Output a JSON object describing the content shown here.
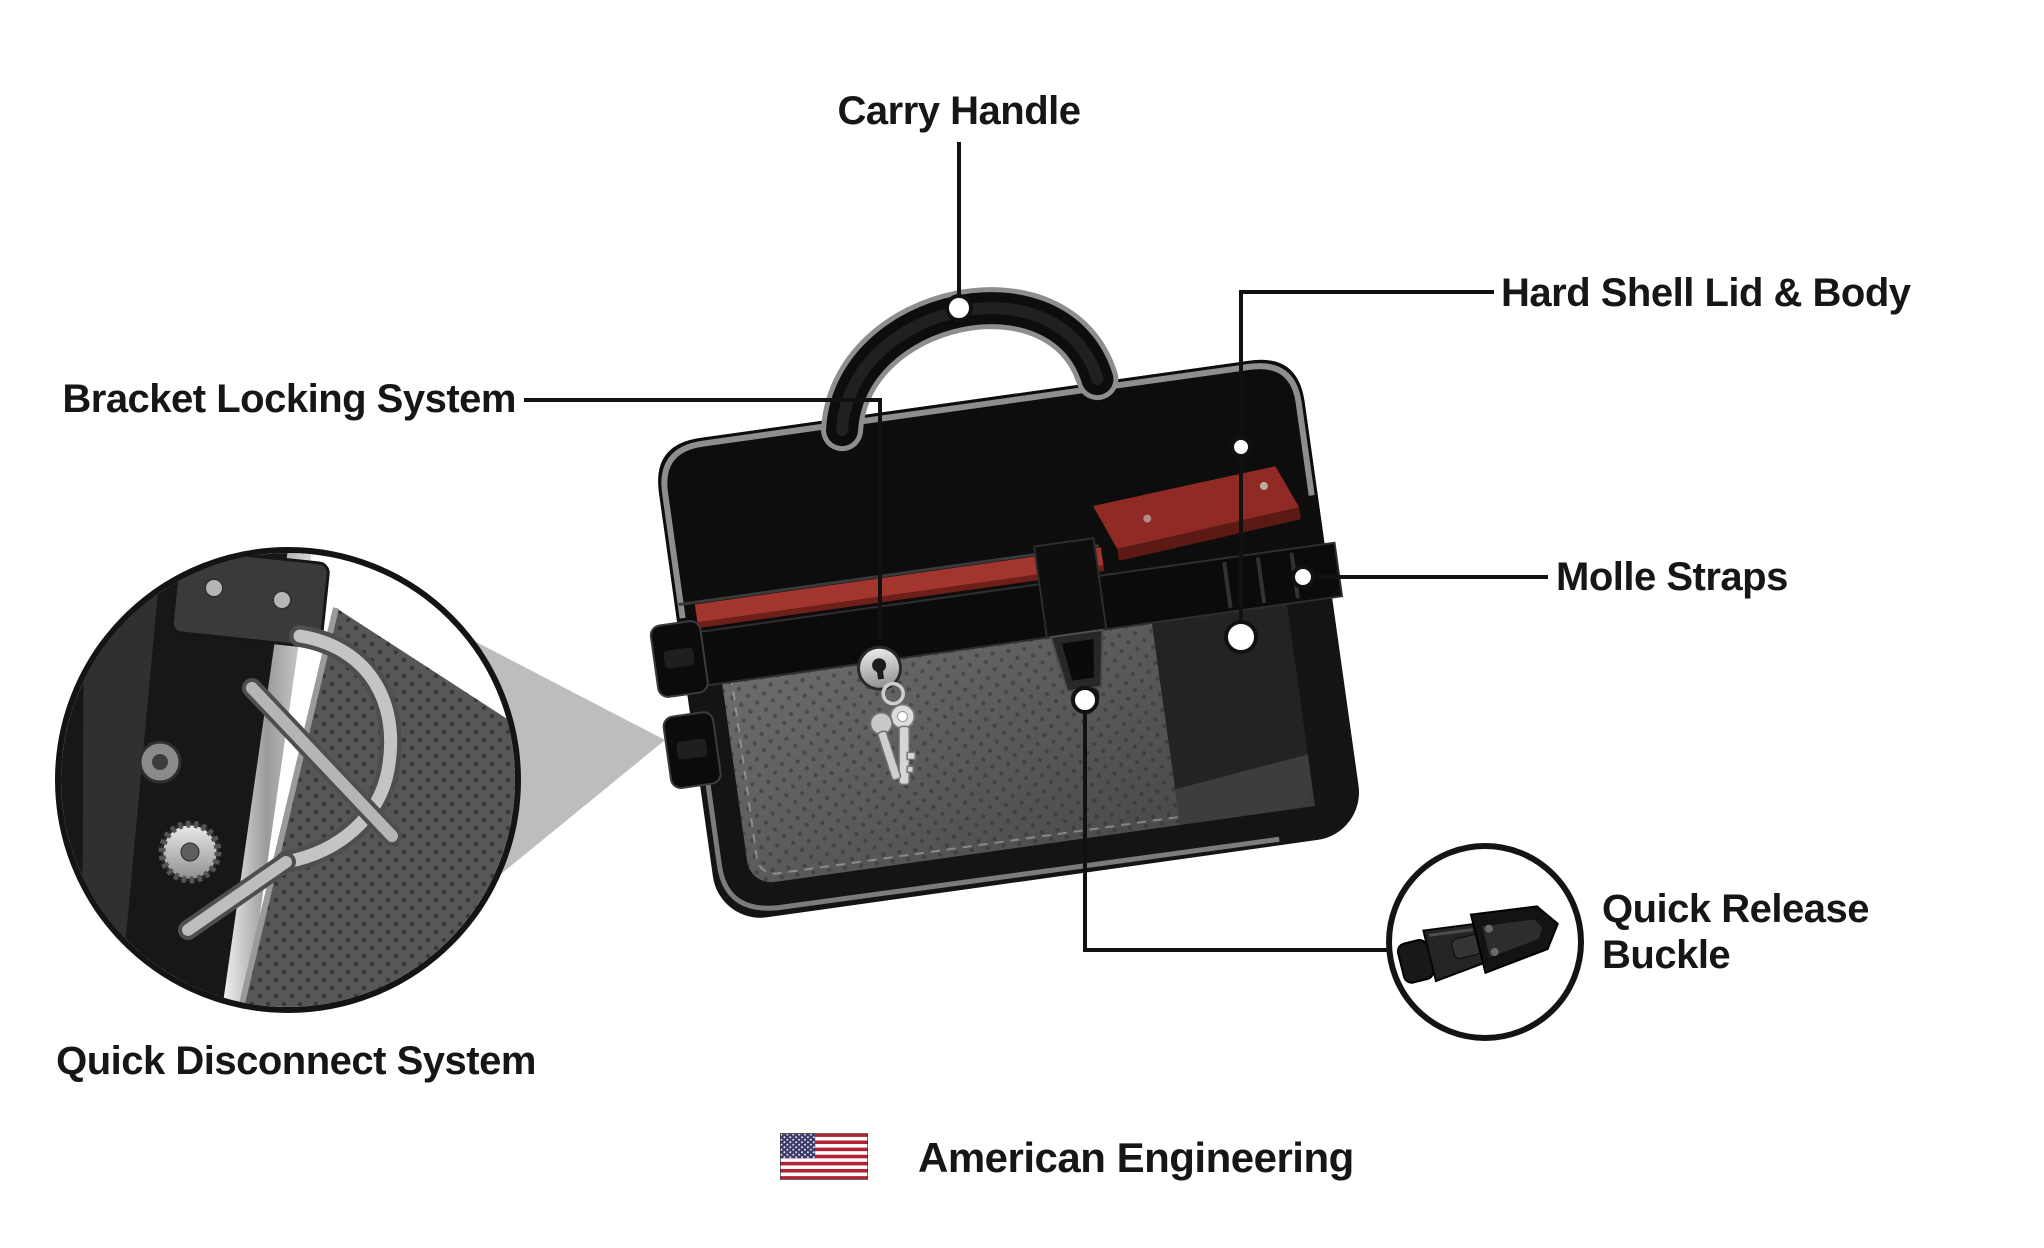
{
  "diagram": {
    "name": "saddlebag-feature-diagram",
    "callouts": {
      "carry_handle": "Carry Handle",
      "hard_shell": "Hard Shell Lid & Body",
      "bracket_locking": "Bracket Locking System",
      "molle_straps": "Molle Straps",
      "quick_release": "Quick Release Buckle",
      "quick_disconnect": "Quick Disconnect System"
    },
    "footer": {
      "text": "American Engineering",
      "flag_icon": "us-flag-icon"
    },
    "colors": {
      "callout_line": "#111111",
      "bag_black": "#141414",
      "trim_red": "#a2352e",
      "piping_gray": "#8e8e8e",
      "flag_red": "#b22234",
      "flag_blue": "#3c3b6e"
    }
  }
}
